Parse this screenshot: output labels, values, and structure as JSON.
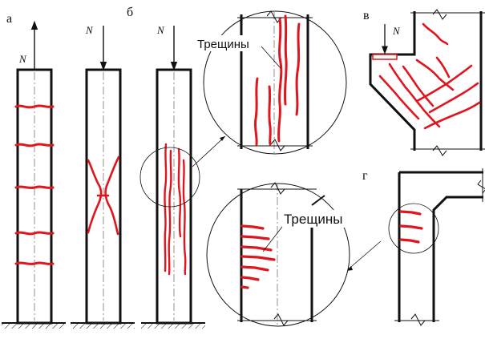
{
  "labels": {
    "a": "а",
    "b": "б",
    "v": "в",
    "g": "г"
  },
  "force": "N",
  "callouts": {
    "cracks_top": "Трещины",
    "cracks_bottom": "Трещины"
  },
  "colors": {
    "crack": "#e0161e",
    "line": "#111111"
  }
}
